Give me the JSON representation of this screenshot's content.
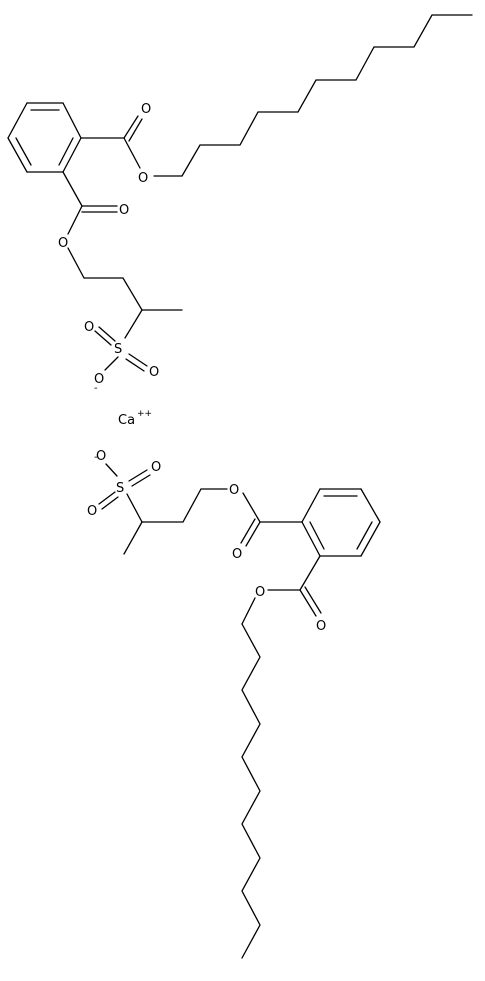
{
  "molecule": {
    "cation": {
      "symbol": "Ca",
      "charge": "++"
    },
    "upper_fragment": {
      "carbonyl_oxygen_1": "O",
      "ester_oxygen_1": "O",
      "carbonyl_oxygen_2": "O",
      "ester_oxygen_2": "O",
      "sulfur": "S",
      "sulfonyl_oxygen_1": "O",
      "sulfonyl_oxygen_2": "O",
      "sulfonate_oxygen": "O",
      "sulfonate_charge": "-"
    },
    "lower_fragment": {
      "sulfonate_oxygen": "O",
      "sulfonate_charge": "-",
      "sulfur": "S",
      "sulfonyl_oxygen_1": "O",
      "sulfonyl_oxygen_2": "O",
      "ester_oxygen_1": "O",
      "carbonyl_oxygen_1": "O",
      "ester_oxygen_2": "O",
      "carbonyl_oxygen_2": "O"
    }
  },
  "colors": {
    "bond": "#000000",
    "background": "#ffffff"
  }
}
